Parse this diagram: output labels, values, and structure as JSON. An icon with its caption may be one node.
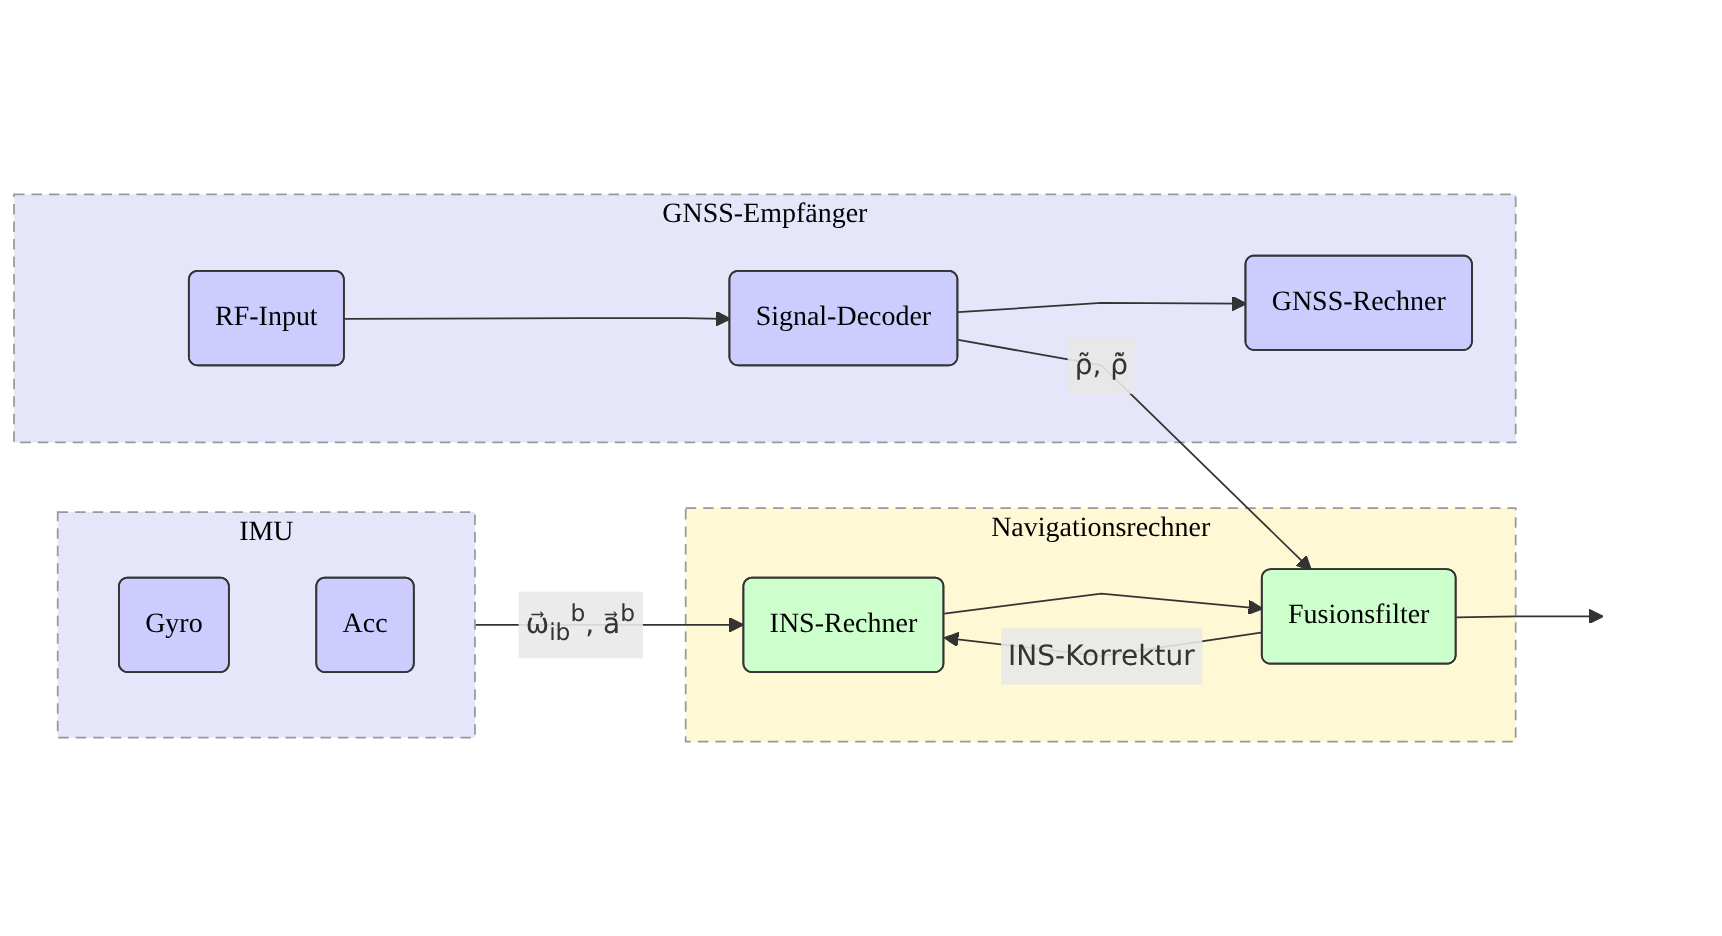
{
  "diagram": {
    "nodes": [
      {
        "text": [
          "IMU"
        ]
      },
      {
        "text": [
          "Gyro"
        ],
        "in": 0
      },
      {
        "text": [
          "Acc"
        ],
        "in": 0
      },
      {
        "text": [
          "Navigationsrechner"
        ]
      },
      {
        "text": [
          "INS-Rechner"
        ],
        "in": 3
      },
      {
        "text": [
          "Fusionsfilter"
        ],
        "in": 3
      },
      {
        "text": [
          "GNSS-Empfänger"
        ]
      },
      {
        "text": [
          "RF-Input"
        ],
        "in": 6
      },
      {
        "text": [
          "Signal-Decoder"
        ],
        "in": 6
      },
      {
        "text": [
          "GNSS-Rechner"
        ],
        "in": 6
      }
    ],
    "edges": [
      {
        "from": 0,
        "to": 4,
        "arrow": "to",
        "label": "ω⃗$_{ib}$$^{b}$, a⃗$^{b}$"
      },
      {
        "from": 4,
        "to": 5,
        "arrow": "to"
      },
      {
        "from": 5,
        "to": 4,
        "arrow": "to",
        "label": "INS-Korrektur"
      },
      {
        "from": 5,
        "to": null,
        "arrow": "to"
      },
      {
        "from": 7,
        "to": 8,
        "arrow": "to"
      },
      {
        "from": 8,
        "to": 9,
        "arrow": "to"
      },
      {
        "from": 8,
        "to": 5,
        "arrow": "to",
        "label": "ρ̃, ρ̃̇"
      }
    ]
  }
}
